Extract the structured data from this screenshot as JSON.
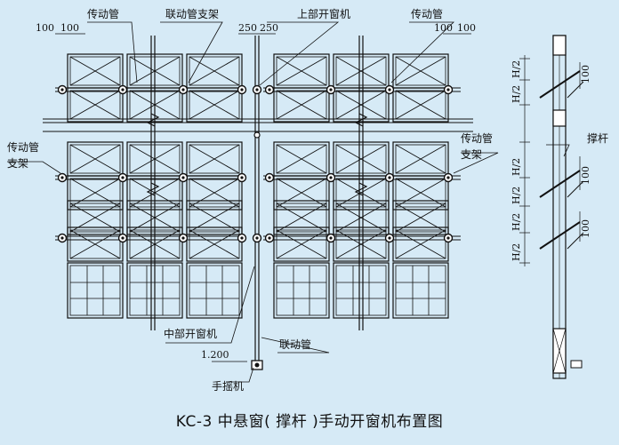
{
  "caption": "KC-3 中悬窗( 撑杆 )手动开窗机布置图",
  "labels": {
    "transmission_pipe": "传动管",
    "link_pipe_bracket": "联动管支架",
    "upper_opener": "上部开窗机",
    "transmission_pipe_bracket_1": "传动管",
    "transmission_pipe_bracket_2": "支架",
    "middle_opener": "中部开窗机",
    "link_pipe": "联动管",
    "hand_crank": "手摇机",
    "strut": "撑杆"
  },
  "dimensions": {
    "d100": "100",
    "d250": "250",
    "elevation": "1.200",
    "h_half": "H/2"
  }
}
